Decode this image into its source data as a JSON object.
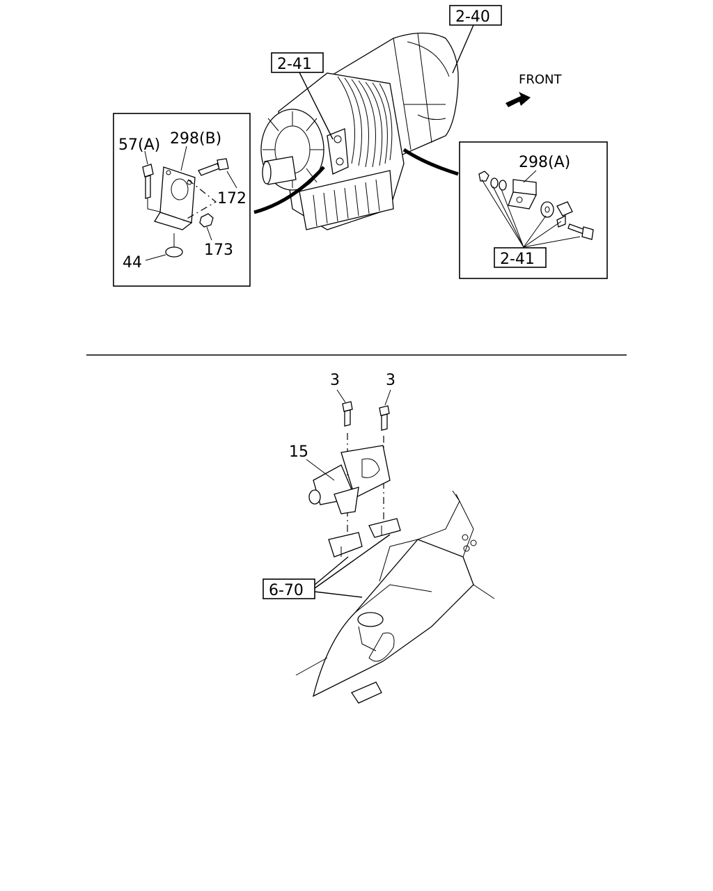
{
  "refs": {
    "ref_2_40": "2-40",
    "ref_2_41_top": "2-41",
    "ref_2_41_right": "2-41",
    "ref_6_70": "6-70"
  },
  "front_label": "FRONT",
  "left_inset": {
    "l57a": "57(A)",
    "l298b": "298(B)",
    "l172": "172",
    "l173": "173",
    "l44": "44"
  },
  "right_inset": {
    "l298a": "298(A)"
  },
  "lower": {
    "l3a": "3",
    "l3b": "3",
    "l15": "15"
  }
}
